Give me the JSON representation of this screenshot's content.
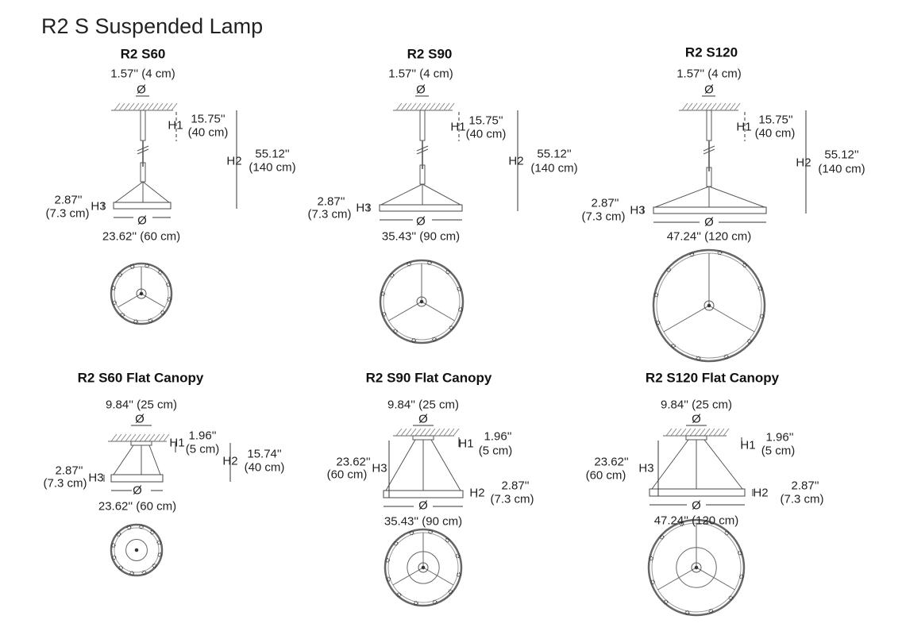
{
  "title": "R2 S Suspended Lamp",
  "diameter_symbol": "Ø",
  "panels": [
    {
      "title": "R2 S60",
      "canopy_diameter": "1.57'' (4 cm)",
      "h1_label": "H1",
      "h1_in": "15.75''",
      "h1_cm": "(40 cm)",
      "h2_label": "H2",
      "h2_in": "55.12''",
      "h2_cm": "(140 cm)",
      "h3_label": "H3",
      "h3_in": "2.87''",
      "h3_cm": "(7.3 cm)",
      "ring_diameter": "23.62'' (60 cm)"
    },
    {
      "title": "R2 S90",
      "canopy_diameter": "1.57'' (4 cm)",
      "h1_label": "H1",
      "h1_in": "15.75''",
      "h1_cm": "(40 cm)",
      "h2_label": "H2",
      "h2_in": "55.12''",
      "h2_cm": "(140 cm)",
      "h3_label": "H3",
      "h3_in": "2.87''",
      "h3_cm": "(7.3 cm)",
      "ring_diameter": "35.43'' (90 cm)"
    },
    {
      "title": "R2 S120",
      "canopy_diameter": "1.57'' (4 cm)",
      "h1_label": "H1",
      "h1_in": "15.75''",
      "h1_cm": "(40 cm)",
      "h2_label": "H2",
      "h2_in": "55.12''",
      "h2_cm": "(140 cm)",
      "h3_label": "H3",
      "h3_in": "2.87''",
      "h3_cm": "(7.3 cm)",
      "ring_diameter": "47.24'' (120 cm)"
    },
    {
      "title": "R2 S60 Flat Canopy",
      "canopy_diameter": "9.84'' (25 cm)",
      "h1_label": "H1",
      "h1_in": "1.96''",
      "h1_cm": "(5 cm)",
      "h2_label": "H2",
      "h2_in": "15.74''",
      "h2_cm": "(40 cm)",
      "h3_label": "H3",
      "h3_in": "2.87''",
      "h3_cm": "(7.3 cm)",
      "ring_diameter": "23.62'' (60 cm)"
    },
    {
      "title": "R2 S90 Flat Canopy",
      "canopy_diameter": "9.84'' (25 cm)",
      "h1_label": "H1",
      "h1_in": "1.96''",
      "h1_cm": "(5 cm)",
      "h3_label": "H3",
      "h3_in": "23.62''",
      "h3_cm": "(60 cm)",
      "h2_label": "H2",
      "h2_in": "2.87''",
      "h2_cm": "(7.3 cm)",
      "ring_diameter": "35.43'' (90 cm)"
    },
    {
      "title": "R2 S120 Flat Canopy",
      "canopy_diameter": "9.84'' (25 cm)",
      "h1_label": "H1",
      "h1_in": "1.96''",
      "h1_cm": "(5 cm)",
      "h3_label": "H3",
      "h3_in": "23.62''",
      "h3_cm": "(60 cm)",
      "h2_label": "H2",
      "h2_in": "2.87''",
      "h2_cm": "(7.3 cm)",
      "ring_diameter": "47.24'' (120 cm)"
    }
  ]
}
